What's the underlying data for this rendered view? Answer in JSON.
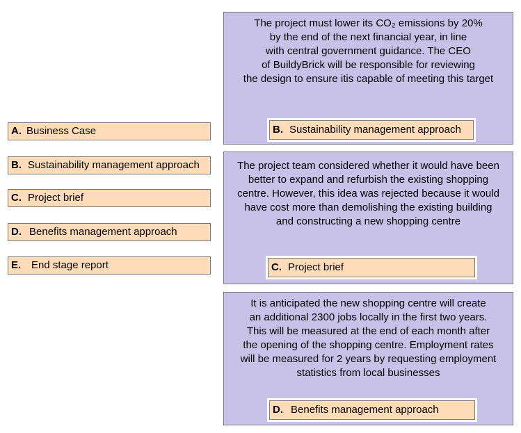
{
  "options": [
    {
      "letter": "A.",
      "label": "Business Case"
    },
    {
      "letter": "B.",
      "label": "Sustainability management approach"
    },
    {
      "letter": "C.",
      "label": "Project brief"
    },
    {
      "letter": "D.",
      "label": "Benefits management approach"
    },
    {
      "letter": "E.",
      "label": "End stage report"
    }
  ],
  "scenarios": [
    {
      "lines": [
        "The project must lower its CO₂ emissions by 20%",
        "by the end of the next financial year, in line",
        "with central government guidance. The CEO",
        "of BuildyBrick will be responsible for reviewing",
        "the design to ensure itis capable of meeting this target"
      ],
      "answer": {
        "letter": "B.",
        "label": "Sustainability management approach"
      }
    },
    {
      "lines": [
        "The project team considered whether it would have been",
        "better to expand and refurbish the existing shopping",
        "centre. However, this idea was rejected because it would",
        "have cost more than demolishing the existing building",
        "and constructing a new shopping centre"
      ],
      "answer": {
        "letter": "C.",
        "label": "Project brief"
      }
    },
    {
      "lines": [
        "It is anticipated the new shopping centre will create",
        "an additional 2300 jobs locally in the first two years.",
        "This will be measured at the end of each month after",
        "the opening of the shopping centre. Employment rates",
        "will be measured for 2 years by requesting employment",
        "statistics from local businesses"
      ],
      "answer": {
        "letter": "D.",
        "label": "Benefits management approach"
      }
    }
  ]
}
